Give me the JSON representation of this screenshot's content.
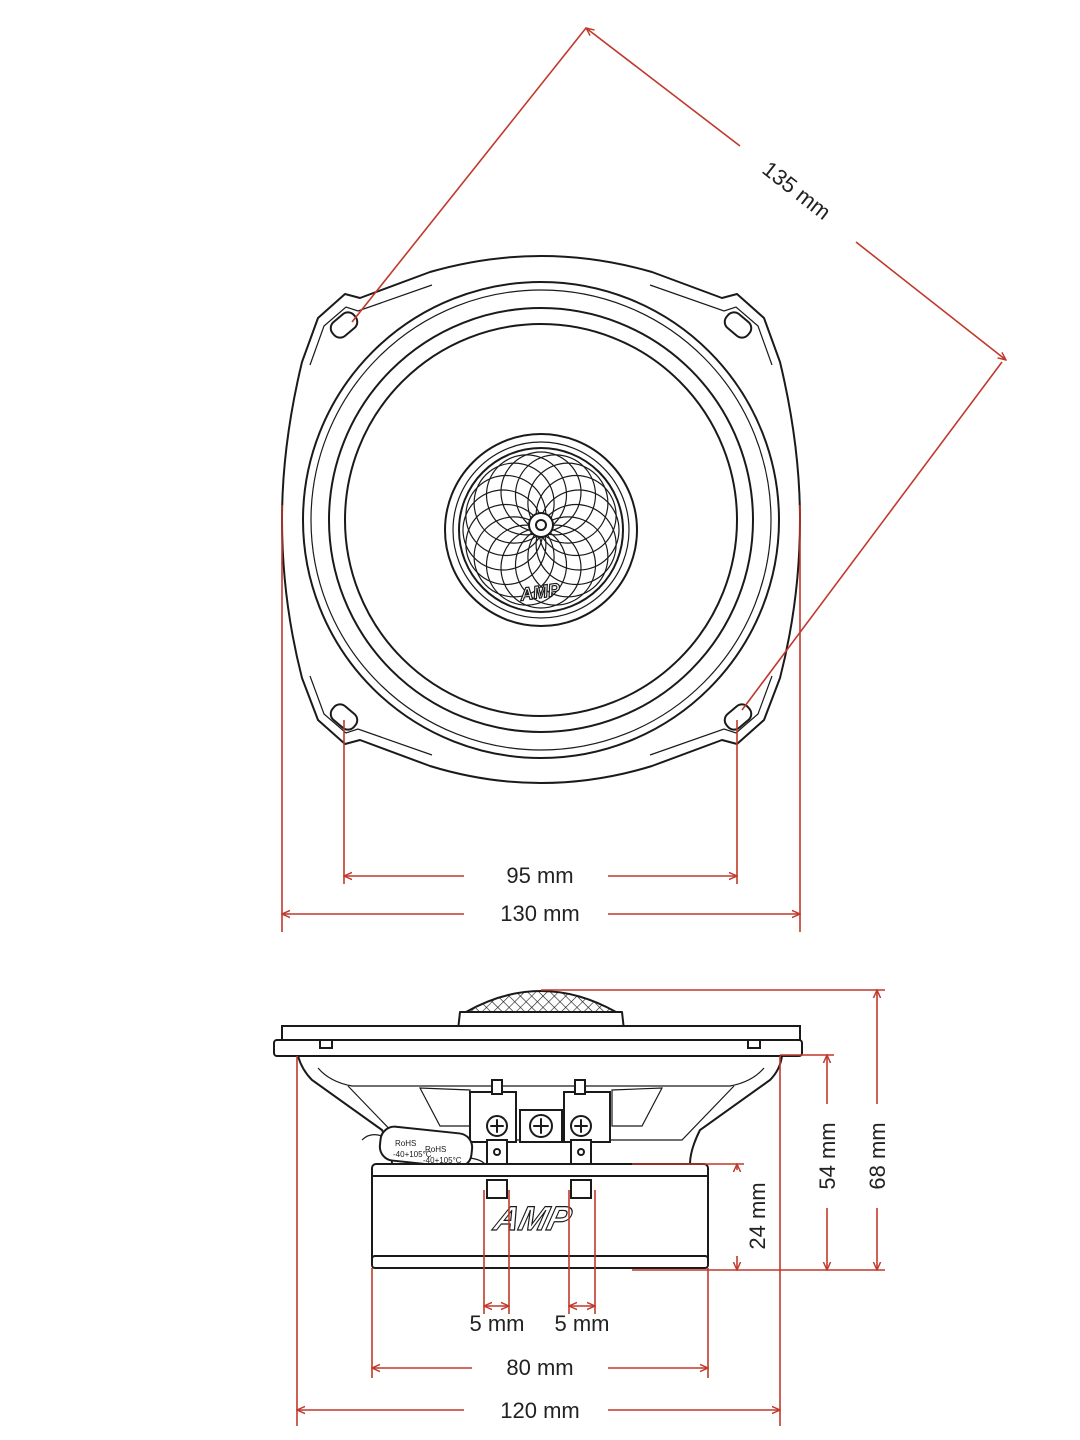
{
  "colors": {
    "dimension": "#c0392b",
    "ink": "#1a1a1a",
    "background": "#ffffff"
  },
  "brand": {
    "logo_text": "AMP"
  },
  "capacitor": {
    "line1": "RoHS",
    "line2": "-40+105°C"
  },
  "dimensions": {
    "diagonal_mounting": "135 mm",
    "hole_spacing": "95 mm",
    "outer_diameter": "130 mm",
    "mount_depth": "54 mm",
    "total_depth": "68 mm",
    "magnet_height": "24 mm",
    "terminal_left": "5 mm",
    "terminal_right": "5 mm",
    "magnet_diameter": "80 mm",
    "cutout_diameter": "120 mm"
  }
}
